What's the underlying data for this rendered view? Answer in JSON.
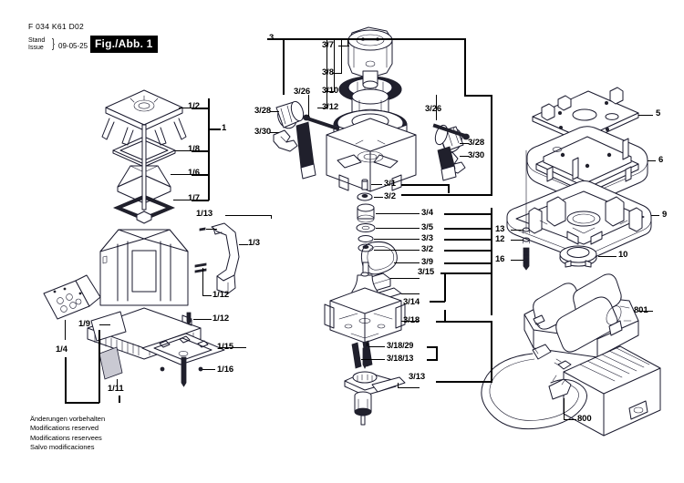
{
  "header": {
    "part_code": "F 034 K61 D02",
    "stand_label": "Stand",
    "issue_label": "Issue",
    "date": "09-05-25",
    "figure_label": "Fig./Abb. 1"
  },
  "footer": {
    "line_de": "Änderungen vorbehalten",
    "line_en": "Modifications reserved",
    "line_fr": "Modifications reservees",
    "line_es": "Salvo modificaciones"
  },
  "callouts": {
    "group_1": "1",
    "group_3": "3",
    "p_1_2": "1/2",
    "p_1_8": "1/8",
    "p_1_6": "1/6",
    "p_1_7": "1/7",
    "p_1_13": "1/13",
    "p_1_3": "1/3",
    "p_1_12_a": "1/12",
    "p_1_12_b": "1/12",
    "p_1_4": "1/4",
    "p_1_9": "1/9",
    "p_1_11": "1/11",
    "p_1_15": "1/15",
    "p_1_16": "1/16",
    "p_3_7": "3/7",
    "p_3_8": "3/8",
    "p_3_10": "3/10",
    "p_3_12": "3/12",
    "p_3_26_l": "3/26",
    "p_3_26_r": "3/26",
    "p_3_28_l": "3/28",
    "p_3_28_r": "3/28",
    "p_3_30_l": "3/30",
    "p_3_30_r": "3/30",
    "p_3_1": "3/1",
    "p_3_2_a": "3/2",
    "p_3_4": "3/4",
    "p_3_5": "3/5",
    "p_3_3": "3/3",
    "p_3_2_b": "3/2",
    "p_3_9": "3/9",
    "p_3_15": "3/15",
    "p_3_14": "3/14",
    "p_3_18": "3/18",
    "p_3_18_29": "3/18/29",
    "p_3_18_13": "3/18/13",
    "p_3_13": "3/13",
    "p_5": "5",
    "p_6": "6",
    "p_9": "9",
    "p_10": "10",
    "p_12": "12",
    "p_13": "13",
    "p_16": "16",
    "p_800": "800",
    "p_801": "801"
  },
  "colors": {
    "ink": "#1a1a2e",
    "paper": "#ffffff",
    "shade": "#c9c9d2",
    "dark": "#20202c"
  }
}
